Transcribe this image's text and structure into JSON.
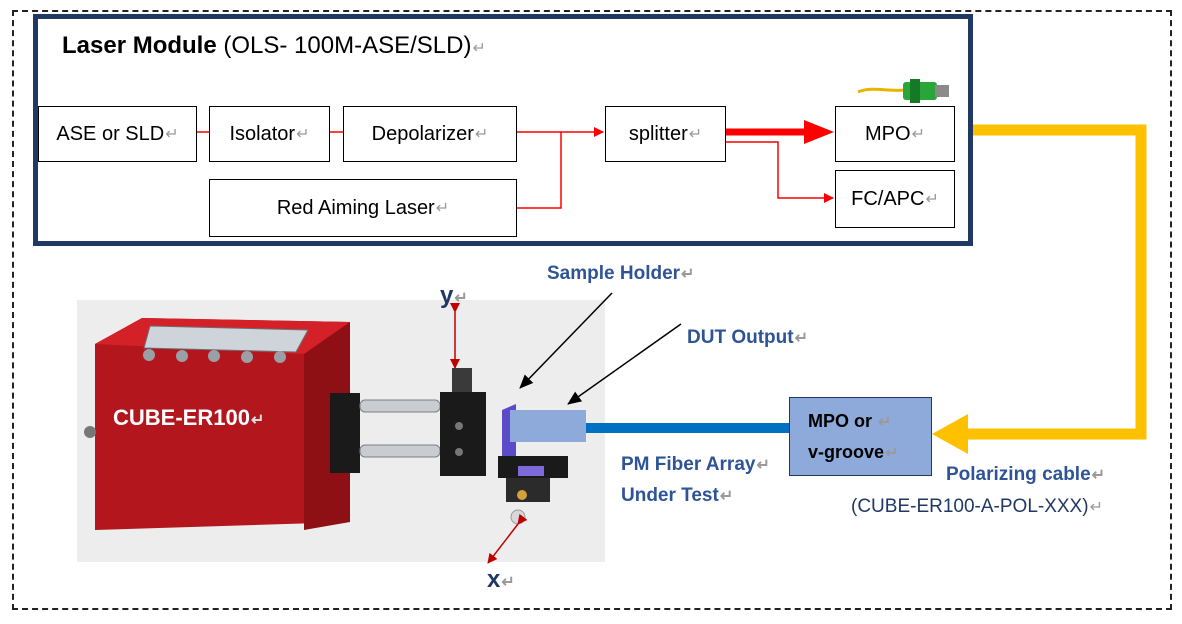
{
  "title": {
    "bold": "Laser Module",
    "rest": " (OLS- 100M-ASE/SLD)"
  },
  "return_mark": "↵",
  "boxes": {
    "ase": "ASE or SLD",
    "isolator": "Isolator",
    "depolarizer": "Depolarizer",
    "splitter": "splitter",
    "mpo": "MPO",
    "fcapc": "FC/APC",
    "red_laser": "Red Aiming Laser"
  },
  "labels": {
    "sample_holder": "Sample Holder",
    "dut_output": "DUT Output",
    "cube": "CUBE-ER100",
    "y_axis": "y",
    "x_axis": "x",
    "pm_fiber_line1": "PM Fiber Array",
    "pm_fiber_line2": "Under Test",
    "mpo_vgroove_line1": "MPO or ",
    "mpo_vgroove_line2": "v-groove",
    "polarizing_cable": "Polarizing cable",
    "polarizing_part": "(CUBE-ER100-A-POL-XXX)"
  },
  "colors": {
    "frame": "#1f3864",
    "signal": "#ff0000",
    "cable": "#ffc000",
    "fiber": "#0070c0",
    "device_red": "#b3161c",
    "label_blue": "#2f5496"
  }
}
